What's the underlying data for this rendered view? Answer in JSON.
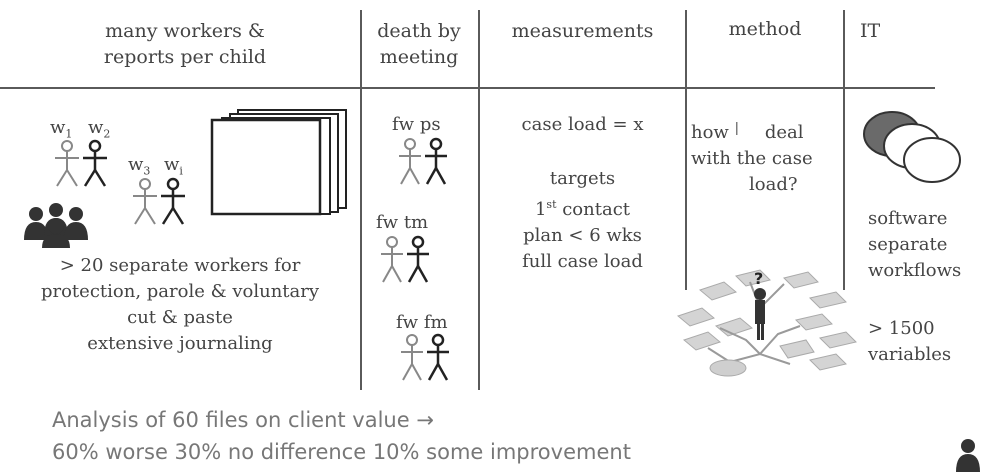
{
  "headers": {
    "col1": [
      "many workers &",
      "reports per child"
    ],
    "col2": [
      "death by",
      "meeting"
    ],
    "col3": "measurements",
    "col4": "method",
    "col5": "IT"
  },
  "col1": {
    "labels": {
      "w1": "w",
      "w1_sub": "1",
      "w2": "w",
      "w2_sub": "2",
      "w3": "w",
      "w3_sub": "3",
      "wi": "w",
      "wi_sub": "i"
    },
    "lines": [
      "> 20 separate workers for",
      "protection, parole & voluntary",
      "cut & paste",
      "extensive journaling"
    ]
  },
  "col2": {
    "pairs": [
      {
        "a": "fw",
        "b": "ps"
      },
      {
        "a": "fw",
        "b": "tm"
      },
      {
        "a": "fw",
        "b": "fm"
      }
    ]
  },
  "col3": {
    "case_load": "case load = x",
    "targets_title": "targets",
    "first_num": "1",
    "first_sup": "st",
    "first_rest": " contact",
    "plan": "plan < 6 wks",
    "full": "full case load"
  },
  "col4": {
    "q_line1_a": "how",
    "q_line1_b": "deal",
    "q_line2": "with the case",
    "q_line3": "load?",
    "question_mark": "?"
  },
  "col5": {
    "lines1": [
      "software",
      "separate",
      "workflows"
    ],
    "lines2": [
      "> 1500",
      "variables"
    ]
  },
  "footer": {
    "line1": "Analysis of 60 files on client value →",
    "line2": "60% worse 30% no difference 10% some improvement"
  }
}
